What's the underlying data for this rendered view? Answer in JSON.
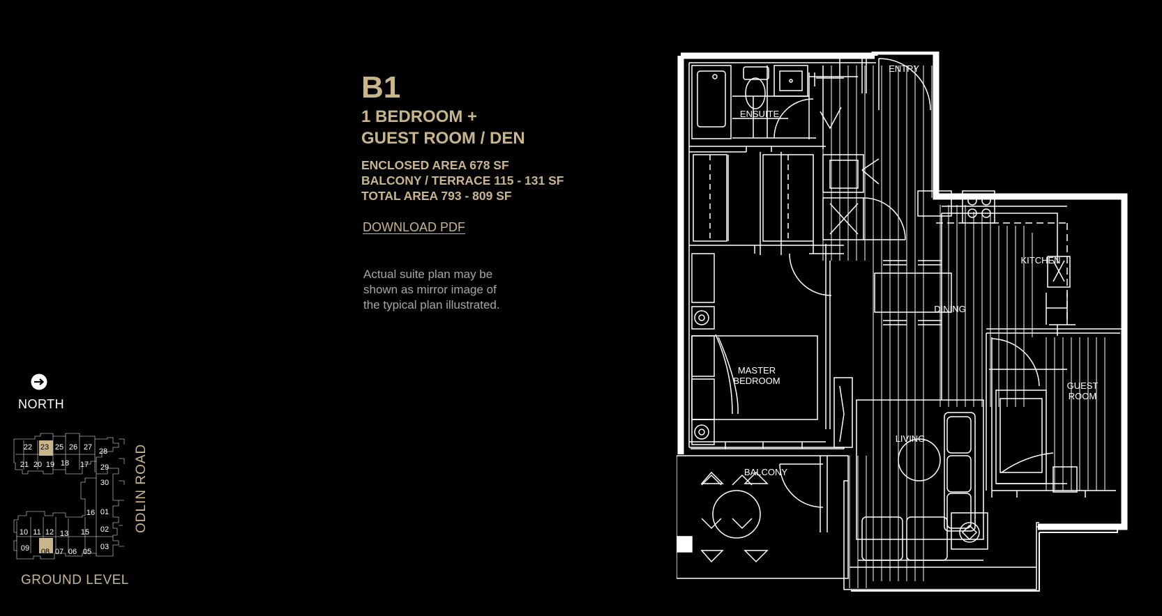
{
  "unit": {
    "code": "B1",
    "type_line1": "1 BEDROOM +",
    "type_line2": "GUEST ROOM / DEN"
  },
  "areas": {
    "enclosed": "ENCLOSED AREA 678 SF",
    "balcony": "BALCONY / TERRACE 115 - 131 SF",
    "total": "TOTAL AREA 793 - 809 SF"
  },
  "download_label": "DOWNLOAD PDF",
  "note": {
    "line1": "Actual suite plan may be",
    "line2": "shown as mirror image of",
    "line3": "the typical plan illustrated."
  },
  "north_label": "NORTH",
  "road_label": "ODLIN ROAD",
  "level_label": "GROUND LEVEL",
  "keyplan": {
    "highlight_units": [
      "23",
      "08"
    ],
    "units": [
      "22",
      "23",
      "25",
      "26",
      "27",
      "28",
      "21",
      "20",
      "19",
      "18",
      "17",
      "29",
      "30",
      "16",
      "01",
      "02",
      "03",
      "10",
      "11",
      "12",
      "13",
      "15",
      "09",
      "08",
      "07",
      "06",
      "05"
    ]
  },
  "rooms": {
    "entry": "ENTRY",
    "ensuite": "ENSUITE",
    "kitchen": "KITCHEN",
    "dining": "DINING",
    "master_bedroom_1": "MASTER",
    "master_bedroom_2": "BEDROOM",
    "guest_room_1": "GUEST",
    "guest_room_2": "ROOM",
    "living": "LIVING",
    "balcony": "BALCONY"
  },
  "colors": {
    "background": "#000000",
    "accent": "#c9b58a",
    "note_text": "#a6a6a6",
    "plan_lines": "#ffffff"
  },
  "icons": {
    "north": "north-arrow-icon"
  }
}
